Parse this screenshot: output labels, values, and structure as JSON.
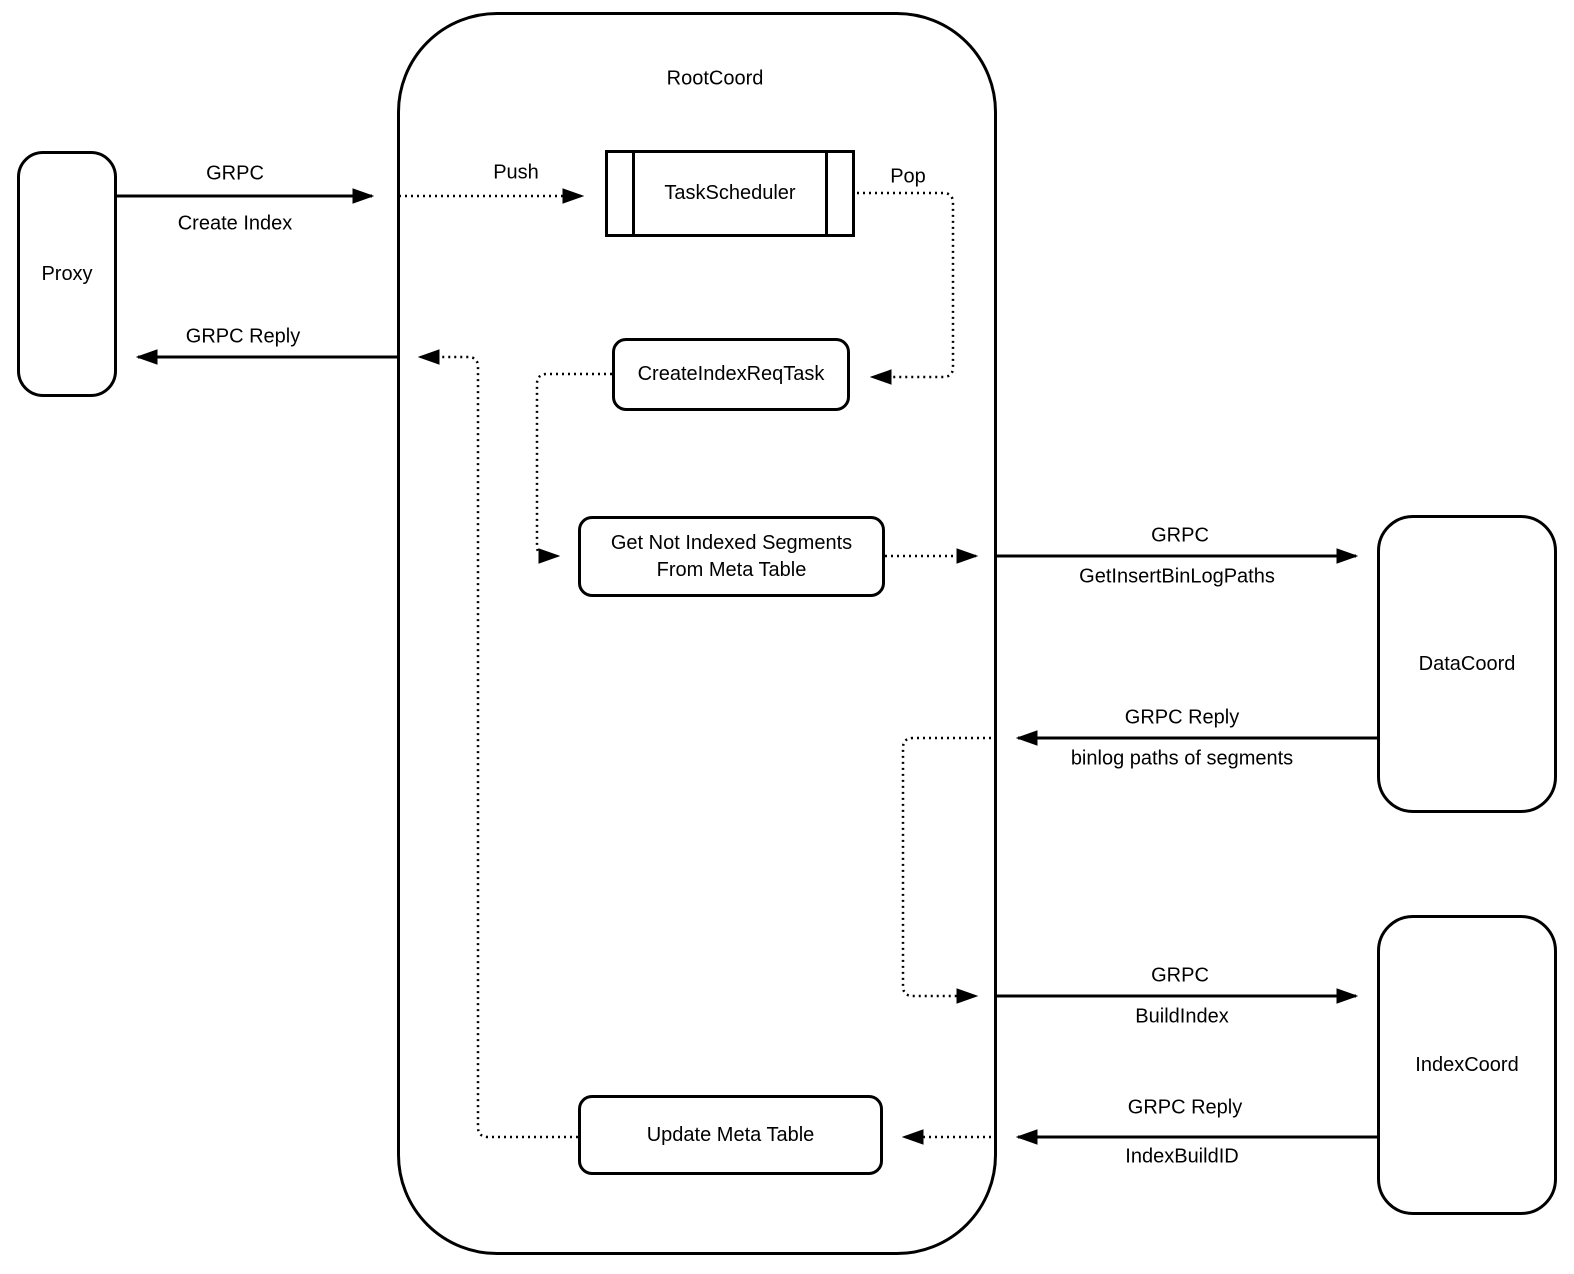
{
  "diagram": {
    "container": {
      "title": "RootCoord"
    },
    "nodes": {
      "proxy": {
        "label": "Proxy"
      },
      "task_scheduler": {
        "label": "TaskScheduler"
      },
      "create_index_req_task": {
        "label": "CreateIndexReqTask"
      },
      "get_not_indexed_segments": {
        "line1": "Get Not Indexed Segments",
        "line2": "From Meta Table"
      },
      "update_meta_table": {
        "label": "Update Meta Table"
      },
      "data_coord": {
        "label": "DataCoord"
      },
      "index_coord": {
        "label": "IndexCoord"
      }
    },
    "edges": {
      "grpc_create_index": {
        "line1": "GRPC",
        "line2": "Create Index"
      },
      "push": {
        "label": "Push"
      },
      "pop": {
        "label": "Pop"
      },
      "grpc_reply_to_proxy": {
        "label": "GRPC Reply"
      },
      "grpc_get_insert_binlog_paths": {
        "line1": "GRPC",
        "line2": "GetInsertBinLogPaths"
      },
      "grpc_reply_binlog_paths": {
        "line1": "GRPC Reply",
        "line2": "binlog paths of segments"
      },
      "grpc_build_index": {
        "line1": "GRPC",
        "line2": "BuildIndex"
      },
      "grpc_reply_index_build_id": {
        "line1": "GRPC Reply",
        "line2": "IndexBuildID"
      }
    },
    "colors": {
      "stroke": "#000000",
      "background": "#ffffff"
    }
  }
}
